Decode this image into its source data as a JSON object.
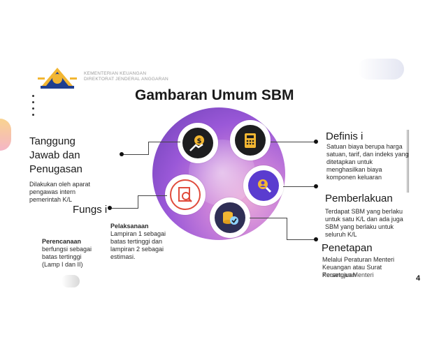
{
  "header": {
    "ministry_line1": "KEMENTERIAN KEUANGAN",
    "ministry_line2": "DIREKTORAT JENDERAL ANGGARAN",
    "title": "Gambaran Umum SBM"
  },
  "left": {
    "tanggung_heading": "Tanggung Jawab dan Penugasan",
    "tanggung_desc": "Dilakukan oleh aparat pengawas intern pemerintah K/L",
    "fungsi_heading": "Fungs i",
    "perencanaan_title": "Perencanaan",
    "perencanaan_desc": "berfungsi sebagai batas tertinggi (Lamp I dan II)",
    "pelaksanaan_title": "Pelaksanaan",
    "pelaksanaan_desc": "Lampiran 1 sebagai batas tertinggi dan lampiran 2 sebagai estimasi."
  },
  "right": {
    "definisi_heading": "Definis i",
    "definisi_desc": "Satuan biaya berupa harga satuan, tarif, dan indeks yang ditetapkan untuk menghasilkan biaya komponen keluaran",
    "pemberlakuan_heading": "Pemberlakuan",
    "pemberlakuan_desc": "Terdapat SBM yang berlaku untuk satu K/L dan ada juga SBM yang berlaku untuk seluruh K/L",
    "penetapan_heading": "Penetapan",
    "penetapan_desc": "Melalui Peraturan Menteri Keuangan atau Surat Persetujuan",
    "penetapan_extra": "Keuangan Menteri"
  },
  "page_number": "4",
  "icons": [
    "money-hand-icon",
    "telephone-icon",
    "document-search-icon",
    "person-search-icon",
    "coins-check-icon"
  ],
  "colors": {
    "circle_outer": "#6a3fb3",
    "circle_inner": "#e9a9d9",
    "icon_bg": "#1d1d1f",
    "gold": "#f2b632"
  }
}
